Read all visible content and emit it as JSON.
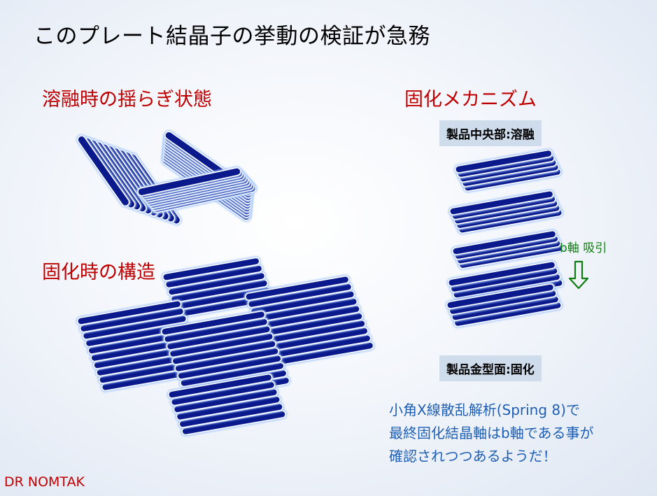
{
  "title": "このプレート結晶子の挙動の検証が急務",
  "molten": {
    "heading": "溶融時の揺らぎ状態"
  },
  "solid": {
    "heading": "固化時の構造"
  },
  "mechanism": {
    "heading": "固化メカニズム",
    "center_label": "製品中央部:溶融",
    "surface_label": "製品金型面:固化",
    "axis_label": "b軸 吸引",
    "arrow_icon": "down-arrow-icon"
  },
  "notes": {
    "line1": "小角X線散乱解析(Spring 8)で",
    "line2": "最終固化結晶軸はb軸である事が",
    "line3": "確認されつつあるようだ！"
  },
  "credit": "DR NOMTAK",
  "colors": {
    "crystal_blue": "#0a1a8c",
    "heading_red": "#c00000",
    "note_blue": "#1f5fb3",
    "axis_green": "#0f7d0f",
    "label_box": "#cfdcec"
  }
}
